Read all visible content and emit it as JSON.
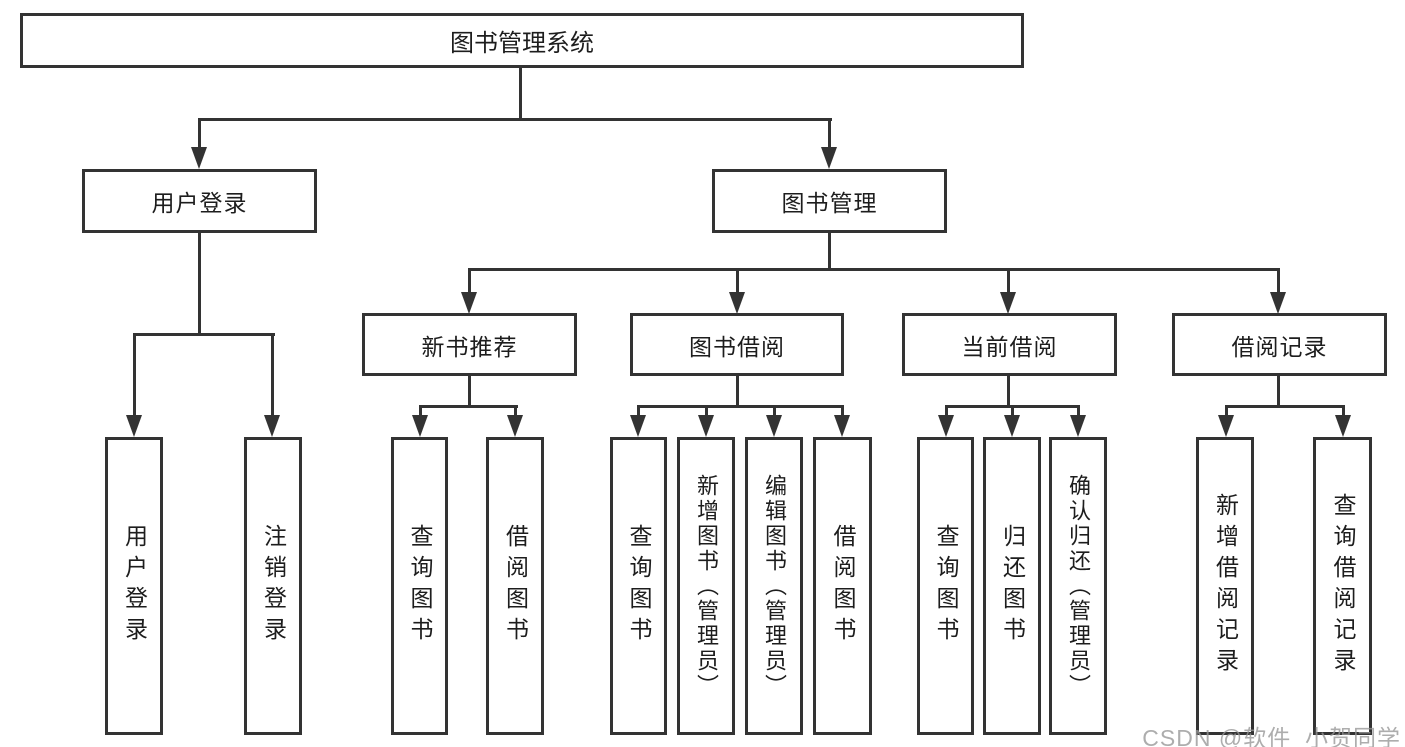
{
  "diagram": {
    "title": "图书管理系统",
    "type": "hierarchy-tree",
    "level2": [
      {
        "label": "用户登录"
      },
      {
        "label": "图书管理"
      }
    ],
    "level3": [
      {
        "label": "新书推荐",
        "parent": "图书管理"
      },
      {
        "label": "图书借阅",
        "parent": "图书管理"
      },
      {
        "label": "当前借阅",
        "parent": "图书管理"
      },
      {
        "label": "借阅记录",
        "parent": "图书管理"
      }
    ],
    "leaves": [
      {
        "label": "用户登录",
        "parent": "用户登录"
      },
      {
        "label": "注销登录",
        "parent": "用户登录"
      },
      {
        "label": "查询图书",
        "parent": "新书推荐"
      },
      {
        "label": "借阅图书",
        "parent": "新书推荐"
      },
      {
        "label": "查询图书",
        "parent": "图书借阅"
      },
      {
        "label": "新增图书（管理员）",
        "parent": "图书借阅"
      },
      {
        "label": "编辑图书（管理员）",
        "parent": "图书借阅"
      },
      {
        "label": "借阅图书",
        "parent": "图书借阅"
      },
      {
        "label": "查询图书",
        "parent": "当前借阅"
      },
      {
        "label": "归还图书",
        "parent": "当前借阅"
      },
      {
        "label": "确认归还（管理员）",
        "parent": "当前借阅"
      },
      {
        "label": "新增借阅记录",
        "parent": "借阅记录"
      },
      {
        "label": "查询借阅记录",
        "parent": "借阅记录"
      }
    ],
    "colors": {
      "line": "#333333",
      "box_border": "#333333",
      "text": "#1d1d1d",
      "background": "#ffffff",
      "watermark": "#969696"
    }
  },
  "watermark": "CSDN @软件_小贺同学"
}
